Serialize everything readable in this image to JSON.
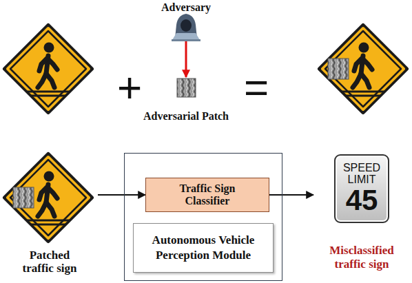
{
  "diagram": {
    "nodes": [
      {
        "text": [
          "Adversary"
        ]
      },
      {
        "text": [
          "Adversarial Patch"
        ]
      },
      {
        "text": [
          "Patched traffic sign"
        ]
      },
      {
        "text": [
          "Autonomous Vehicle Perception Module"
        ]
      },
      {
        "text": [
          "Traffic Sign Classifier"
        ],
        "in": 3
      },
      {
        "text": [
          "SPEED LIMIT",
          "45",
          "Misclassified traffic sign"
        ]
      }
    ],
    "edges": [
      {
        "from": 0,
        "to": 1,
        "arrow": "to"
      },
      {
        "from": 2,
        "to": 4,
        "arrow": "to"
      },
      {
        "from": 4,
        "to": 5,
        "arrow": "to"
      }
    ],
    "labels": [
      "+",
      "="
    ]
  }
}
